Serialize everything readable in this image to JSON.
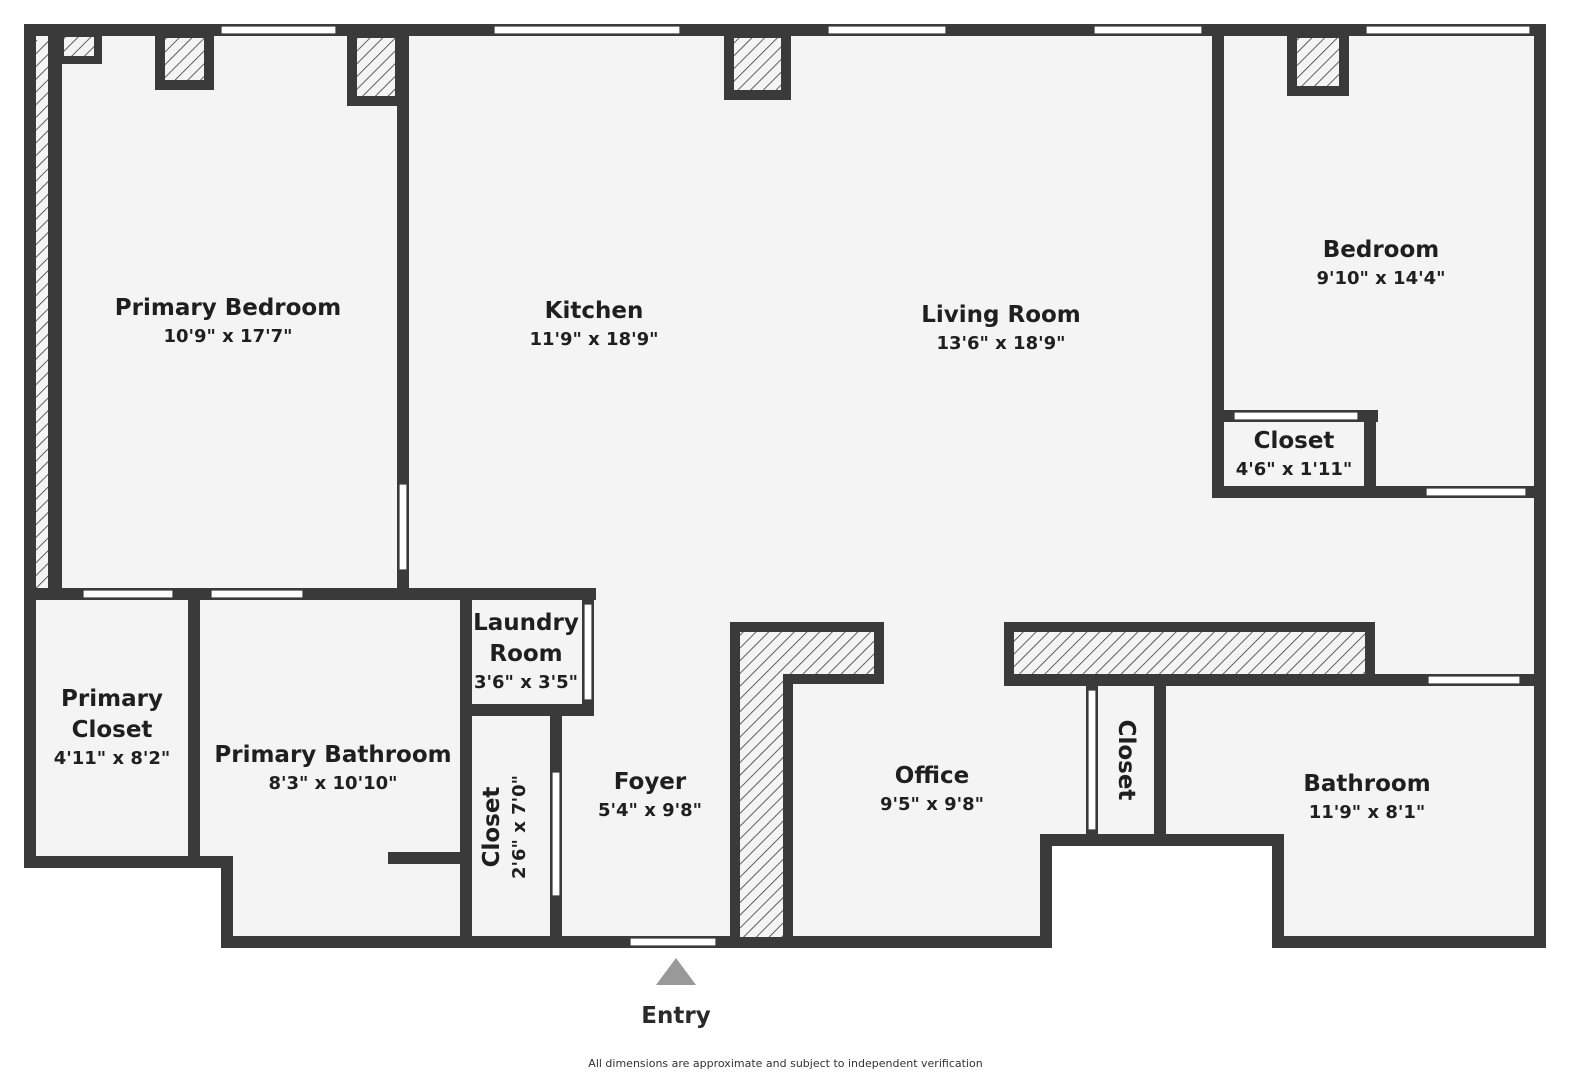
{
  "colors": {
    "wall": "#3a3a3a",
    "floor": "#f4f4f4",
    "window": "#ffffff",
    "hatch": "#3a3a3a"
  },
  "rooms": {
    "primary_bedroom": {
      "name": "Primary Bedroom",
      "dims": "10'9\" x 17'7\""
    },
    "kitchen": {
      "name": "Kitchen",
      "dims": "11'9\" x 18'9\""
    },
    "living_room": {
      "name": "Living Room",
      "dims": "13'6\" x 18'9\""
    },
    "bedroom": {
      "name": "Bedroom",
      "dims": "9'10\" x 14'4\""
    },
    "bedroom_closet": {
      "name": "Closet",
      "dims": "4'6\" x 1'11\""
    },
    "laundry_room": {
      "name_line1": "Laundry",
      "name_line2": "Room",
      "dims": "3'6\" x 3'5\""
    },
    "primary_closet": {
      "name_line1": "Primary",
      "name_line2": "Closet",
      "dims": "4'11\" x 8'2\""
    },
    "primary_bathroom": {
      "name": "Primary Bathroom",
      "dims": "8'3\" x 10'10\""
    },
    "hall_closet": {
      "name": "Closet",
      "dims": "2'6\" x 7'0\""
    },
    "foyer": {
      "name": "Foyer",
      "dims": "5'4\" x 9'8\""
    },
    "office": {
      "name": "Office",
      "dims": "9'5\" x 9'8\""
    },
    "office_closet": {
      "name": "Closet"
    },
    "bathroom": {
      "name": "Bathroom",
      "dims": "11'9\" x 8'1\""
    }
  },
  "entry": {
    "label": "Entry"
  },
  "disclaimer": "All dimensions are approximate and subject to independent verification"
}
